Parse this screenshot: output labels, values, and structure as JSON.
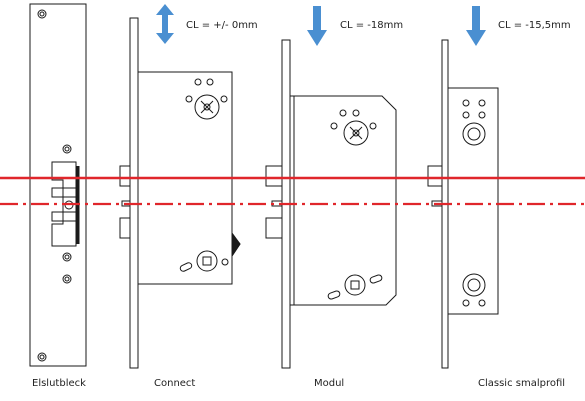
{
  "cl_labels": {
    "connect": "CL = +/- 0mm",
    "modul": "CL = -18mm",
    "classic": "CL = -15,5mm"
  },
  "captions": {
    "elslutbleck": "Elslutbleck",
    "connect": "Connect",
    "modul": "Modul",
    "classic": "Classic smalprofil"
  },
  "colors": {
    "reference_line": "#e0262b",
    "arrow": "#4a8fd1",
    "outline": "#1a1a1a"
  }
}
